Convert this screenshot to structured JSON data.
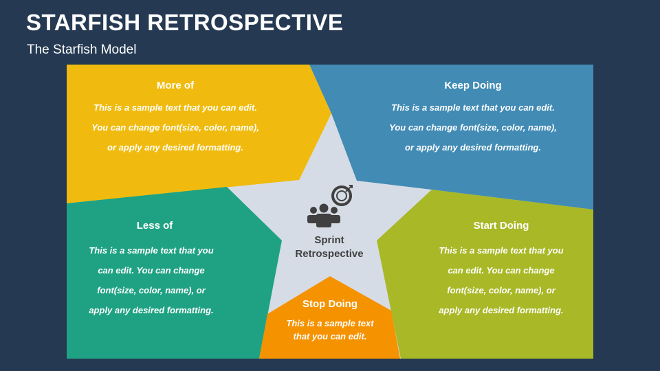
{
  "header": {
    "title": "STARFISH RETROSPECTIVE",
    "subtitle": "The Starfish Model"
  },
  "center": {
    "line1": "Sprint",
    "line2": "Retrospective"
  },
  "sections": {
    "more_of": {
      "heading": "More of",
      "lines": [
        "This is a sample text that you can edit.",
        "You can change font(size, color, name),",
        "or apply any desired formatting."
      ],
      "color": "#f0bb0e"
    },
    "keep_doing": {
      "heading": "Keep Doing",
      "lines": [
        "This is a sample text that you can edit.",
        "You can change font(size, color, name),",
        "or apply any desired formatting."
      ],
      "color": "#418bb5"
    },
    "less_of": {
      "heading": "Less of",
      "lines": [
        "This is a sample text that you",
        "can edit. You can change",
        "font(size, color, name), or",
        "apply any desired formatting."
      ],
      "color": "#1fa283"
    },
    "start_doing": {
      "heading": "Start Doing",
      "lines": [
        "This is a sample text that you",
        "can edit. You can change",
        "font(size, color, name), or",
        "apply any desired formatting."
      ],
      "color": "#a8b826"
    },
    "stop_doing": {
      "heading": "Stop Doing",
      "lines": [
        "This is a sample text",
        "that you can edit."
      ],
      "color": "#f59200"
    }
  }
}
